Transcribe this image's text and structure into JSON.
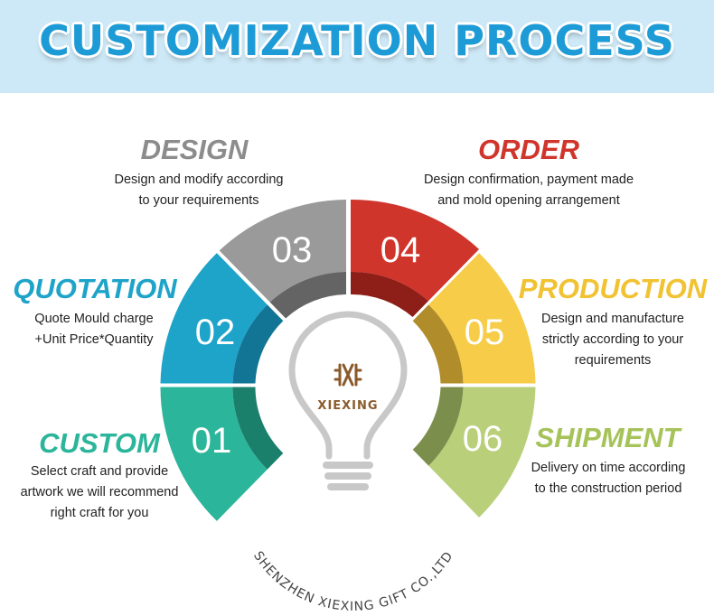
{
  "header": {
    "title": "CUSTOMIZATION PROCESS"
  },
  "colors": {
    "banner_bg": "#cde8f6",
    "title_blue": "#1d9bd6",
    "step01": "#2bb59a",
    "step02": "#1ea3c9",
    "step03": "#9a9a9a",
    "step04": "#d0352c",
    "step05": "#f6cc48",
    "step06": "#b9cf79",
    "logo_brown": "#8a5a2b"
  },
  "steps": [
    {
      "number": "01",
      "title": "CUSTOM",
      "title_color": "#2bb59a",
      "desc": [
        "Select craft and provide",
        "artwork we will recommend",
        "right craft for you"
      ]
    },
    {
      "number": "02",
      "title": "QUOTATION",
      "title_color": "#1ea3c9",
      "desc": [
        "Quote Mould charge",
        "+Unit Price*Quantity"
      ]
    },
    {
      "number": "03",
      "title": "DESIGN",
      "title_color": "#8c8c8c",
      "desc": [
        "Design and modify according",
        "to your requirements"
      ]
    },
    {
      "number": "04",
      "title": "ORDER",
      "title_color": "#d0352c",
      "desc": [
        "Design confirmation, payment made",
        "and mold opening arrangement"
      ]
    },
    {
      "number": "05",
      "title": "PRODUCTION",
      "title_color": "#f1c232",
      "desc": [
        "Design and manufacture",
        "strictly according to your",
        "requirements"
      ]
    },
    {
      "number": "06",
      "title": "SHIPMENT",
      "title_color": "#a6c35a",
      "desc": [
        "Delivery on time according",
        "to the construction period"
      ]
    }
  ],
  "logo": {
    "brand": "XIEXING",
    "icon": "xiexing-logo-icon"
  },
  "company": {
    "name": "SHENZHEN XIEXING GIFT  CO.,LTD"
  }
}
